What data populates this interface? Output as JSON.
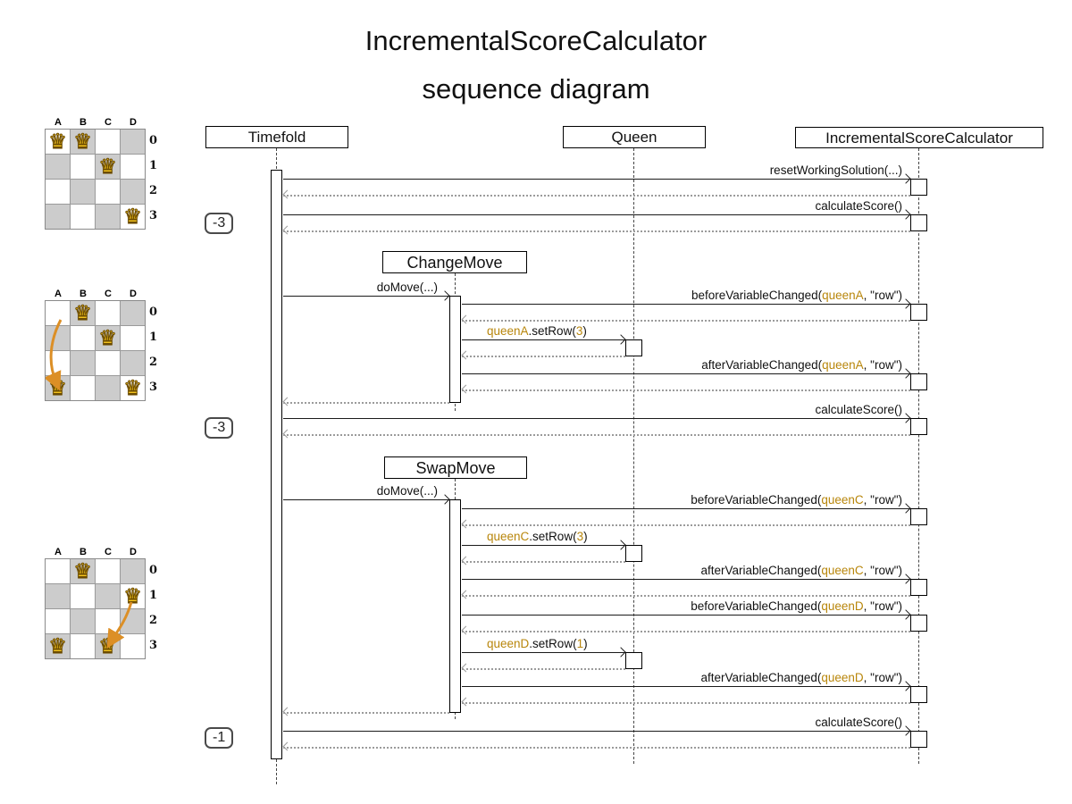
{
  "title": {
    "line1": "IncrementalScoreCalculator",
    "line2": "sequence diagram"
  },
  "lifelines": {
    "timefold": "Timefold",
    "queen": "Queen",
    "isc": "IncrementalScoreCalculator",
    "changemove": "ChangeMove",
    "swapmove": "SwapMove"
  },
  "scores": {
    "s1": "-3",
    "s2": "-3",
    "s3": "-1"
  },
  "queen_glyph": "♛",
  "boards": [
    {
      "cols": [
        "A",
        "B",
        "C",
        "D"
      ],
      "rows": [
        "0",
        "1",
        "2",
        "3"
      ],
      "queens": [
        "A0",
        "B0",
        "C1",
        "D3"
      ],
      "move": ""
    },
    {
      "cols": [
        "A",
        "B",
        "C",
        "D"
      ],
      "rows": [
        "0",
        "1",
        "2",
        "3"
      ],
      "queens": [
        "B0",
        "C1",
        "A3",
        "D3"
      ],
      "move": "A0->A3"
    },
    {
      "cols": [
        "A",
        "B",
        "C",
        "D"
      ],
      "rows": [
        "0",
        "1",
        "2",
        "3"
      ],
      "queens": [
        "B0",
        "D1",
        "A3",
        "C3"
      ],
      "move": "D1->C3"
    }
  ],
  "messages": {
    "reset": [
      "resetWorkingSolution(...)"
    ],
    "calc1": [
      "calculateScore()"
    ],
    "domove1": [
      "doMove(...)"
    ],
    "beforeA": [
      "beforeVariableChanged(",
      "queenA",
      ", \"row\")"
    ],
    "setrowA": [
      "",
      "queenA",
      ".setRow(",
      "3",
      ")"
    ],
    "afterA": [
      "afterVariableChanged(",
      "queenA",
      ", \"row\")"
    ],
    "calc2": [
      "calculateScore()"
    ],
    "domove2": [
      "doMove(...)"
    ],
    "beforeC": [
      "beforeVariableChanged(",
      "queenC",
      ", \"row\")"
    ],
    "setrowC": [
      "",
      "queenC",
      ".setRow(",
      "3",
      ")"
    ],
    "afterC": [
      "afterVariableChanged(",
      "queenC",
      ", \"row\")"
    ],
    "beforeD": [
      "beforeVariableChanged(",
      "queenD",
      ", \"row\")"
    ],
    "setrowD": [
      "",
      "queenD",
      ".setRow(",
      "1",
      ")"
    ],
    "afterD": [
      "afterVariableChanged(",
      "queenD",
      ", \"row\")"
    ],
    "calc3": [
      "calculateScore()"
    ]
  },
  "colors": {
    "param_orange": "#b8860b",
    "queen_gold": "#f2c21d",
    "move_arrow": "#dc8f26"
  }
}
